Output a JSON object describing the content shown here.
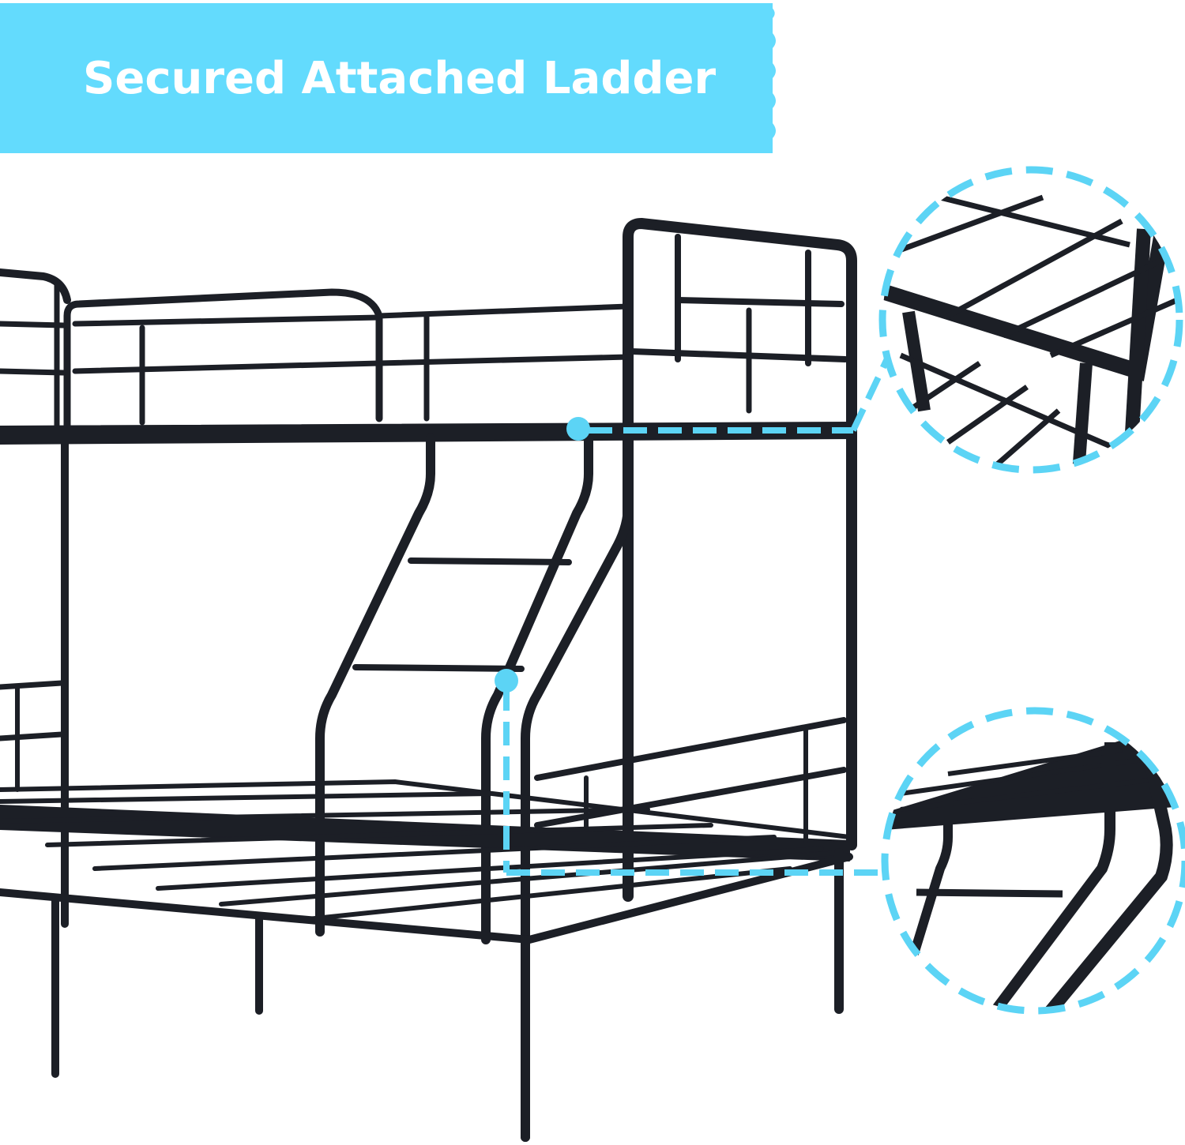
{
  "banner": {
    "title": "Secured Attached Ladder",
    "background_color": "#63dbfd",
    "text_color": "#ffffff"
  },
  "product": {
    "type": "metal bunk bed",
    "frame_color": "#1c1f26"
  },
  "callouts": [
    {
      "id": "upper-rail-detail",
      "subject": "upper bunk side rail and leg joint",
      "accent_color": "#5cd4f5"
    },
    {
      "id": "ladder-detail",
      "subject": "attached ladder connection to upper frame",
      "accent_color": "#5cd4f5"
    }
  ]
}
